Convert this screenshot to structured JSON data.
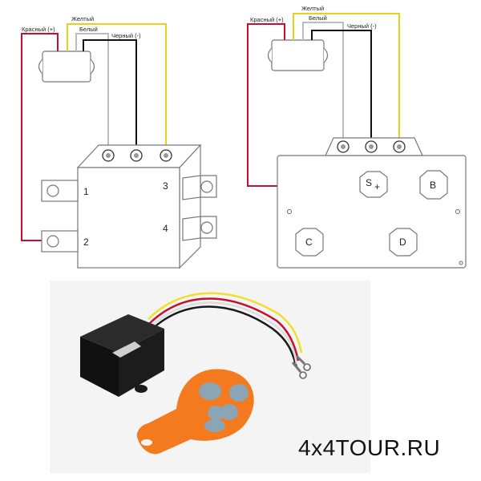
{
  "wire_labels": {
    "red": "Красный (+)",
    "yellow": "Желтый",
    "white": "Белый",
    "black": "Черный (-)"
  },
  "left_relay": {
    "terminals": [
      "1",
      "2",
      "3",
      "4"
    ]
  },
  "right_solenoid": {
    "terminals": [
      "S",
      "+",
      "B",
      "C",
      "D"
    ]
  },
  "watermark": "4x4TOUR.RU",
  "colors": {
    "red": "#c8102e",
    "yellow": "#e8d020",
    "white": "#bdbdbd",
    "black": "#111111",
    "remote_orange": "#f47a20",
    "remote_buttons": "#8aa5b5",
    "receiver_body": "#1a1a1a"
  },
  "icons": [
    "receiver-module-icon",
    "remote-fob-icon",
    "screw-terminal-icon"
  ]
}
